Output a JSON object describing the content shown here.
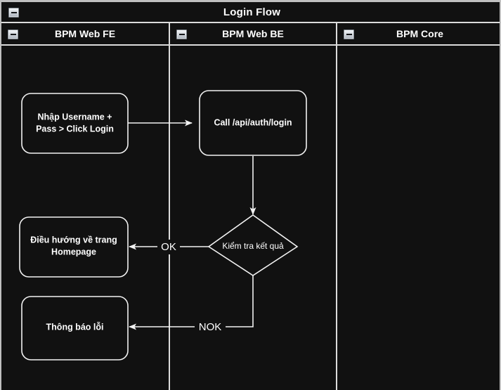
{
  "pool": {
    "title": "Login Flow",
    "collapse_icon": "minus-box-icon"
  },
  "lanes": [
    {
      "id": "bpm-web-fe",
      "label": "BPM Web FE",
      "collapse_icon": "minus-box-icon"
    },
    {
      "id": "bpm-web-be",
      "label": "BPM Web BE",
      "collapse_icon": "minus-box-icon"
    },
    {
      "id": "bpm-core",
      "label": "BPM Core",
      "collapse_icon": "minus-box-icon"
    }
  ],
  "nodes": {
    "enter_credentials": {
      "type": "task",
      "lane": "bpm-web-fe",
      "line1": "Nhập Username +",
      "line2": "Pass > Click Login"
    },
    "call_login_api": {
      "type": "task",
      "lane": "bpm-web-be",
      "line1": "Call /api/auth/login",
      "line2": ""
    },
    "check_result": {
      "type": "decision",
      "lane": "bpm-web-be",
      "label": "Kiểm tra kết quả"
    },
    "redirect_homepage": {
      "type": "task",
      "lane": "bpm-web-fe",
      "line1": "Điều hướng về trang",
      "line2": "Homepage"
    },
    "show_error": {
      "type": "task",
      "lane": "bpm-web-fe",
      "line1": "Thông báo lỗi",
      "line2": ""
    }
  },
  "edges": [
    {
      "id": "e1",
      "from": "enter_credentials",
      "to": "call_login_api",
      "label": ""
    },
    {
      "id": "e2",
      "from": "call_login_api",
      "to": "check_result",
      "label": ""
    },
    {
      "id": "e3",
      "from": "check_result",
      "to": "redirect_homepage",
      "label": "OK"
    },
    {
      "id": "e4",
      "from": "check_result",
      "to": "show_error",
      "label": "NOK"
    }
  ],
  "colors": {
    "canvas_background": "#111111",
    "stroke": "#f2f2f2",
    "lane_border": "#dcdcdc",
    "text": "#ffffff",
    "page_background": "#c8c8c8"
  }
}
